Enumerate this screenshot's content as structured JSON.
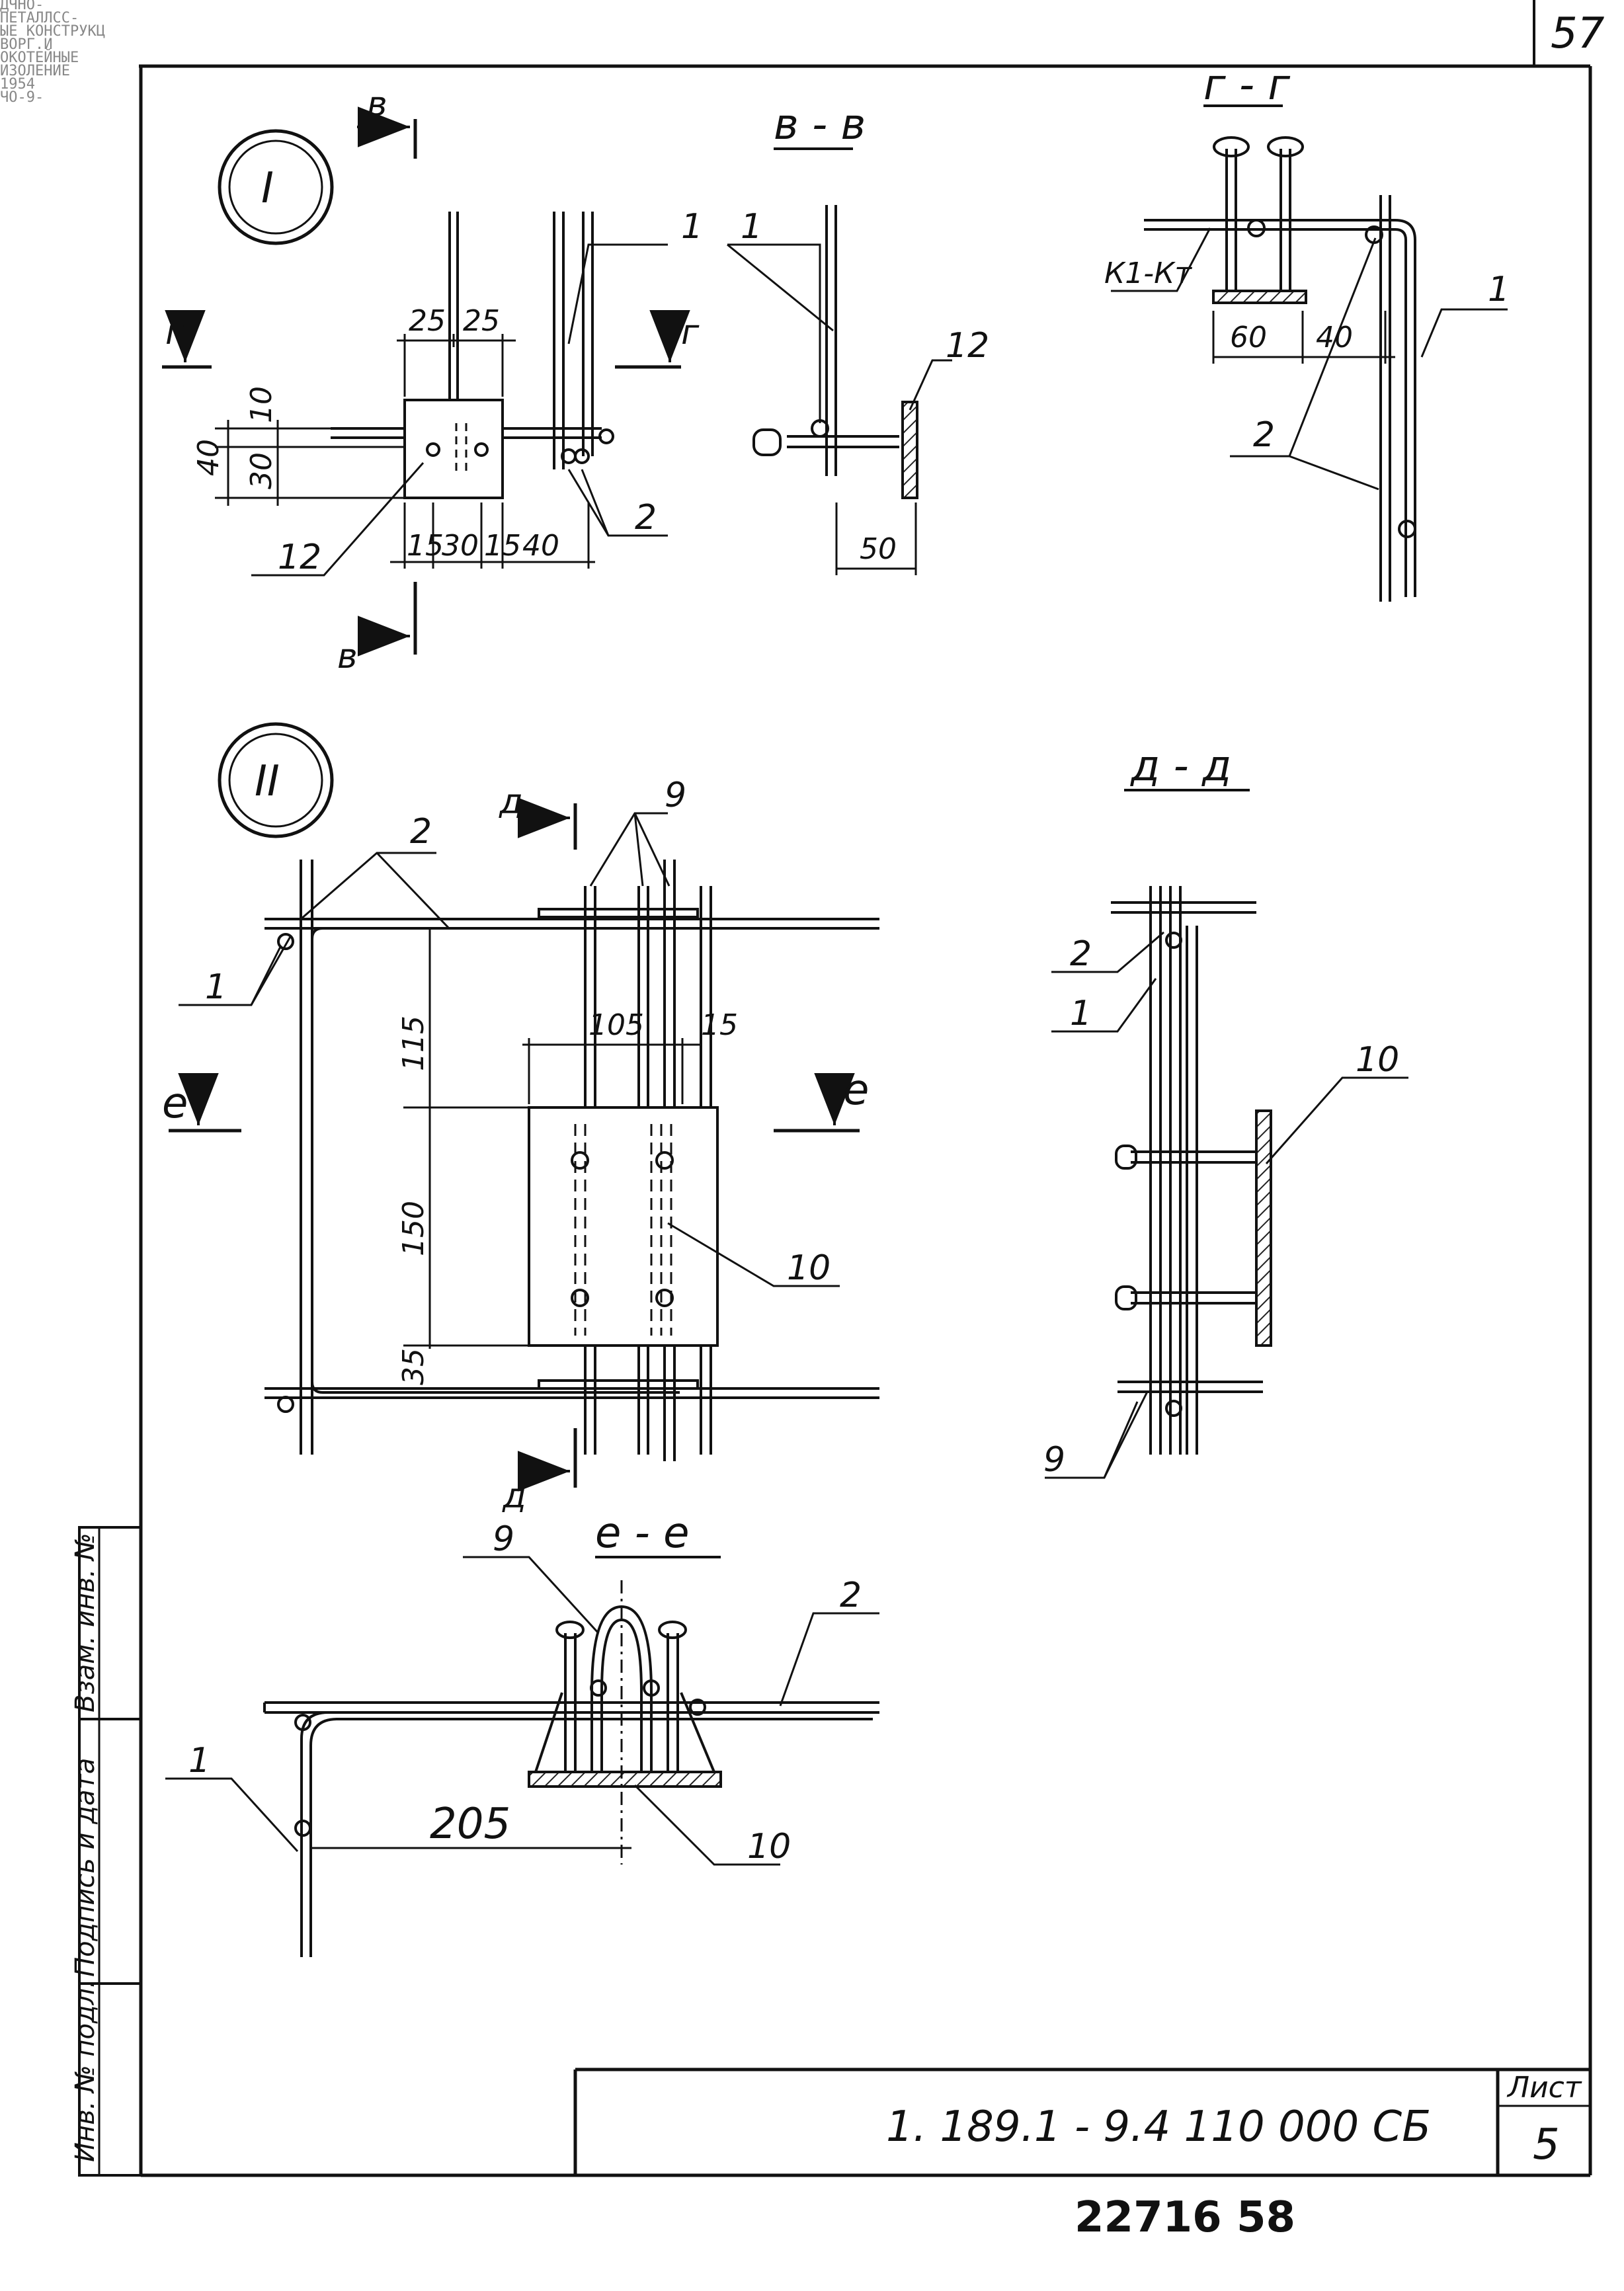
{
  "page": {
    "sheet_no_top": "57",
    "bottom_number": "22716   58"
  },
  "stamp_lines": [
    "ДЧНО-",
    "ПЕТАЛЛСС-",
    "ЫЕ КОНСТРУКЦ",
    "ВОРГ.И",
    "ОКОТЕЙНЫЕ",
    "ИЗОЛЕНИЕ",
    "1954",
    "ЧО-9-"
  ],
  "title_block": {
    "code": "1. 189.1 - 9.4   110 000  СБ",
    "sheet_label": "Лист",
    "sheet_value": "5"
  },
  "side_strip": {
    "inv_podl": "Инв. № подл.",
    "podpis_data": "Подпись и дата",
    "vzam_inv": "Взам. инв. №"
  },
  "node_1": {
    "marker": "I",
    "section_letter": "в",
    "section_g_letter": "г",
    "labels": {
      "pos1": "1",
      "pos2": "2",
      "pos12": "12"
    },
    "dims": {
      "d25a": "25",
      "d25b": "25",
      "d10": "10",
      "d40": "40",
      "d30": "30",
      "d15a": "15",
      "d30b": "30",
      "d15b": "15",
      "d40b": "40"
    }
  },
  "section_vv": {
    "title": "в - в",
    "pos1": "1",
    "pos12": "12",
    "dim50": "50"
  },
  "section_gg": {
    "title": "г - г",
    "pos1": "1",
    "pos2": "2",
    "k1kt": "К1-Кт",
    "dim60": "60",
    "dim40": "40"
  },
  "node_2": {
    "marker": "II",
    "section_d_letter": "д",
    "section_e_letter": "е",
    "labels": {
      "pos1": "1",
      "pos2": "2",
      "pos9": "9",
      "pos10": "10"
    },
    "dims": {
      "d115": "115",
      "d105": "105",
      "d15": "15",
      "d150": "150",
      "d35": "35"
    }
  },
  "section_dd": {
    "title": "д - д",
    "pos1": "1",
    "pos2": "2",
    "pos9": "9",
    "pos10": "10"
  },
  "section_ee": {
    "title": "е - е",
    "pos1": "1",
    "pos2": "2",
    "pos9": "9",
    "pos10": "10",
    "dim205": "205"
  }
}
